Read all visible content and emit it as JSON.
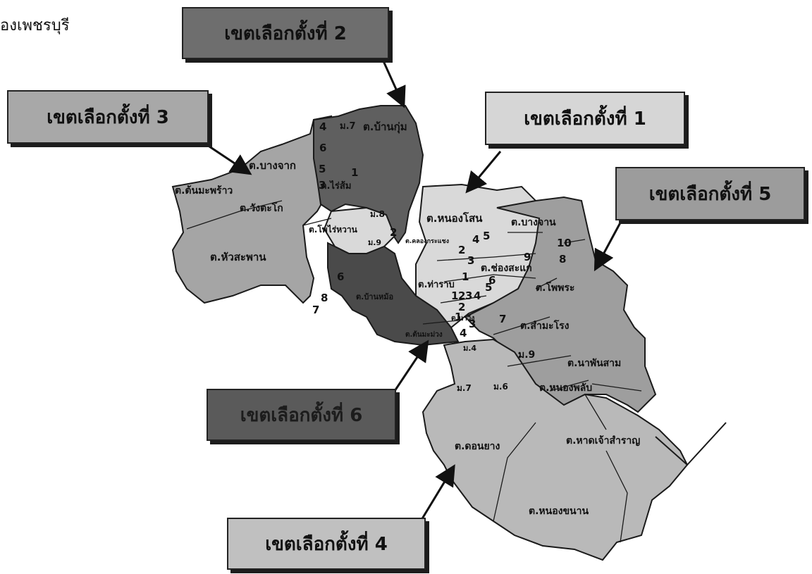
{
  "page_title": "องเพชรบุรี",
  "callouts": [
    {
      "id": "d2",
      "label": "เขตเลือกตั้งที่ 2",
      "fill": "#6e6e6e"
    },
    {
      "id": "d3",
      "label": "เขตเลือกตั้งที่ 3",
      "fill": "#a8a8a8"
    },
    {
      "id": "d1",
      "label": "เขตเลือกตั้งที่ 1",
      "fill": "#d6d6d6"
    },
    {
      "id": "d5",
      "label": "เขตเลือกตั้งที่ 5",
      "fill": "#9c9c9c"
    },
    {
      "id": "d6",
      "label": "เขตเลือกตั้งที่ 6",
      "fill": "#5a5a5a"
    },
    {
      "id": "d4",
      "label": "เขตเลือกตั้งที่ 4",
      "fill": "#c0c0c0"
    }
  ],
  "map": {
    "colors": {
      "district1": "#d9d9d9",
      "district2": "#5f5f5f",
      "district3": "#a5a5a5",
      "district4": "#b9b9b9",
      "district5": "#9e9e9e",
      "district6": "#4a4a4a",
      "outline": "#1a1a1a"
    },
    "subdistrict_labels": {
      "ban_kum": "ต.บ้านกุ่ม",
      "bang_chak": "ต.บางจาก",
      "ton_maphrao": "ต.ต้นมะพร้าว",
      "wang_tako": "ต.วังตะโก",
      "pho_rai_wan": "ต.โพไร่หวาน",
      "hua_saphan": "ต.หัวสะพาน",
      "nong_khon": "ต.หนองโสน",
      "bang_chan": "ต.บางจาน",
      "chong_sakae": "ต.ช่องสะแก",
      "tha_rap": "ต.ท่าราบ",
      "pho_phra": "ต.โพพระ",
      "sam_marong": "ต.สำมะโรง",
      "na_phan_sam": "ต.นาพันสาม",
      "nong_phlap": "ต.หนองพลับ",
      "hat_chao_samran": "ต.หาดเจ้าสำราญ",
      "don_yang": "ต.ดอนยาง",
      "nong_khanan": "ต.หนองขนาน",
      "ban_mo": "ต.บ้านหม้อ",
      "rai_som": "ต.ไร่ส้ม",
      "khlong_krachaeng": "ต.คลองกระแชง",
      "ton_mamuang": "ต.ต้นมะม่วง",
      "na_wung": "ต.นาวุ้ง"
    },
    "village_labels": {
      "m7_north": "ม.7",
      "m8": "ม.8",
      "m9_w": "ม.9",
      "m9_s": "ม.9",
      "m4": "ม.4",
      "m7_south": "ม.7",
      "m6_south": "ม.6"
    },
    "numbers": {
      "n4": "4",
      "n6": "6",
      "n5": "5",
      "n3": "3",
      "n1a": "1",
      "n2": "2",
      "n8": "8",
      "n7": "7",
      "n6b": "6",
      "n5b": "5",
      "n4b": "4",
      "n2b": "2",
      "n3b": "3",
      "n1b": "1",
      "n9": "9",
      "n10": "10",
      "n8b": "8",
      "n1c": "1",
      "n2c": "2",
      "n3c": "3",
      "n4c": "4",
      "n5c": "5",
      "n6c": "6",
      "n7c": "7",
      "n2d": "2",
      "n3d": "3",
      "n1d": "1",
      "n4d": "4"
    }
  }
}
